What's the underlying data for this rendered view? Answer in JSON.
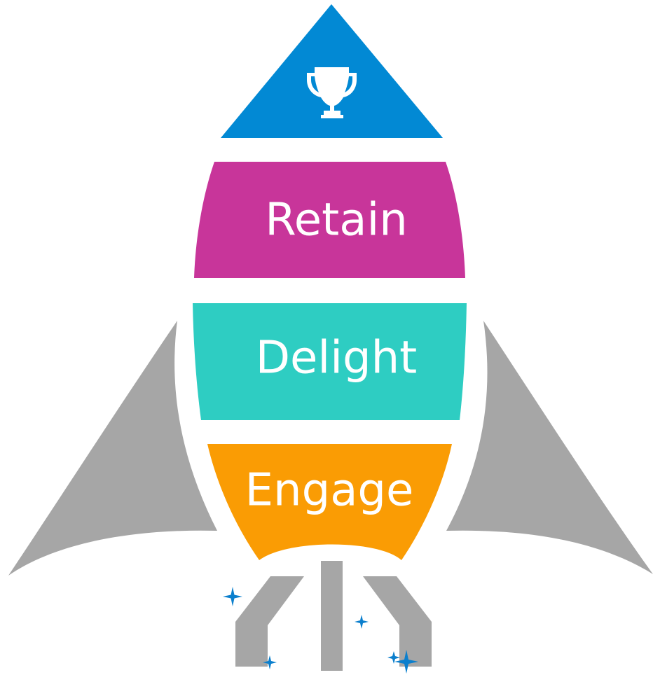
{
  "rocket": {
    "nose_icon": "trophy-icon",
    "stages": [
      {
        "id": "retain",
        "label": "Retain",
        "color": "#C8359A"
      },
      {
        "id": "delight",
        "label": "Delight",
        "color": "#2ECDC2"
      },
      {
        "id": "engage",
        "label": "Engage",
        "color": "#FA9C04"
      }
    ],
    "nose_color": "#0289D4",
    "fin_color": "#A6A6A6",
    "exhaust_color": "#A6A6A6",
    "sparkle_color": "#0B7FCD"
  }
}
